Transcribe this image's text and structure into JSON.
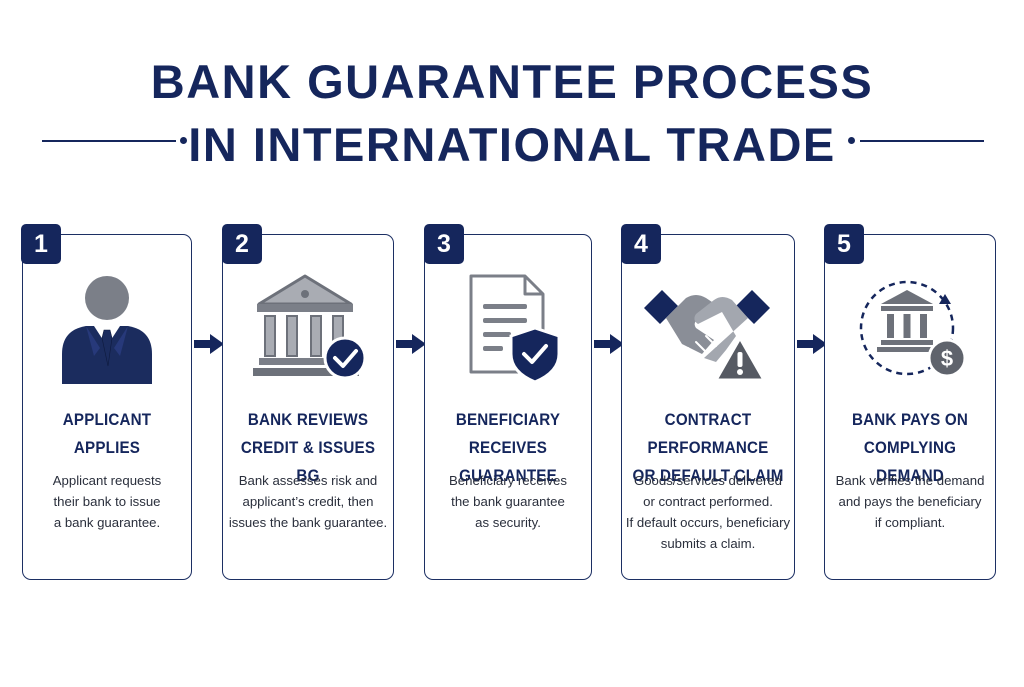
{
  "title": {
    "line1": "BANK GUARANTEE PROCESS",
    "line2": "IN INTERNATIONAL TRADE"
  },
  "colors": {
    "navy": "#15265c",
    "gray": "#7b7f88",
    "light_gray": "#a9acb3"
  },
  "steps": [
    {
      "number": "1",
      "icon": "person-icon",
      "title": [
        "APPLICANT",
        "APPLIES"
      ],
      "description": [
        "Applicant requests",
        "their bank to issue",
        "a bank guarantee."
      ]
    },
    {
      "number": "2",
      "icon": "bank-check-icon",
      "title": [
        "BANK REVIEWS",
        "CREDIT & ISSUES BG"
      ],
      "description": [
        "Bank assesses risk and",
        "applicant’s credit, then",
        "issues the bank guarantee."
      ]
    },
    {
      "number": "3",
      "icon": "document-shield-icon",
      "title": [
        "BENEFICIARY",
        "RECEIVES GUARANTEE"
      ],
      "description": [
        "Beneficiary receives",
        "the bank guarantee",
        "as security."
      ]
    },
    {
      "number": "4",
      "icon": "handshake-warning-icon",
      "title": [
        "CONTRACT PERFORMANCE",
        "OR DEFAULT CLAIM"
      ],
      "description": [
        "Goods/services delivered",
        "or contract performed.",
        "If default occurs, beneficiary",
        "submits a claim."
      ]
    },
    {
      "number": "5",
      "icon": "bank-dollar-icon",
      "title": [
        "BANK PAYS ON",
        "COMPLYING DEMAND"
      ],
      "description": [
        "Bank verifies the demand",
        "and pays the beneficiary",
        "if compliant."
      ]
    }
  ]
}
